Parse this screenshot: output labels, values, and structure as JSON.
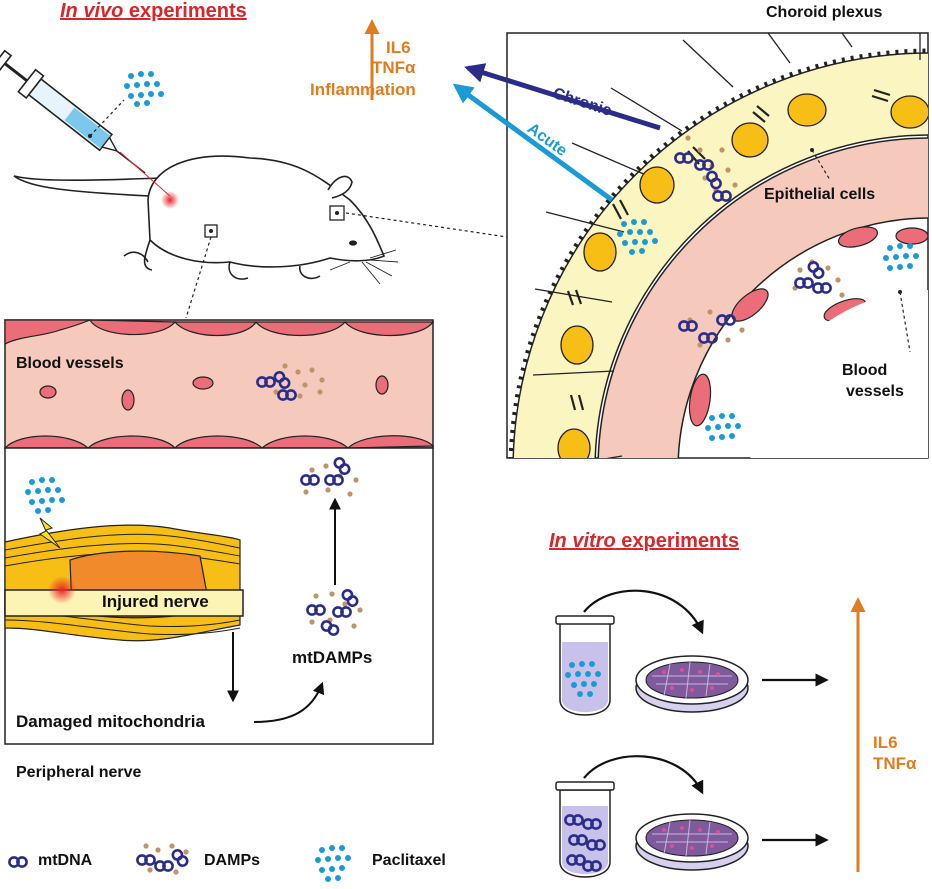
{
  "sections": {
    "in_vivo": {
      "italic": "In vivo",
      "rest": " experiments"
    },
    "in_vitro": {
      "italic": "In vitro",
      "rest": " experiments"
    }
  },
  "choroid": {
    "title": "Choroid plexus",
    "epithelial": "Epithelial cells",
    "vessels_line1": "Blood",
    "vessels_line2": "vessels"
  },
  "outcome_top": {
    "line1": "IL6",
    "line2": "TNFα",
    "line3": "Inflammation"
  },
  "arrows": {
    "chronic": "Chronic",
    "acute": "Acute"
  },
  "blood_vessels": "Blood vessels",
  "nerve_panel": {
    "injured": "Injured nerve",
    "damaged": "Damaged mitochondria",
    "mtdamps": "mtDAMPs",
    "caption": "Peripheral nerve"
  },
  "outcome_right": {
    "line1": "IL6",
    "line2": "TNFα"
  },
  "legend": {
    "mtdna": "mtDNA",
    "damps": "DAMPs",
    "paclitaxel": "Paclitaxel"
  },
  "colors": {
    "red_title": "#d8262b",
    "orange": "#e07b1f",
    "navy": "#2b2c8a",
    "cyan": "#1a9bd7",
    "damp_brown": "#c0946a",
    "vessel_pink": "#f6c9bd",
    "epithelium_yellow": "#fbf5c2",
    "nucleus_yellow": "#f7be16"
  }
}
